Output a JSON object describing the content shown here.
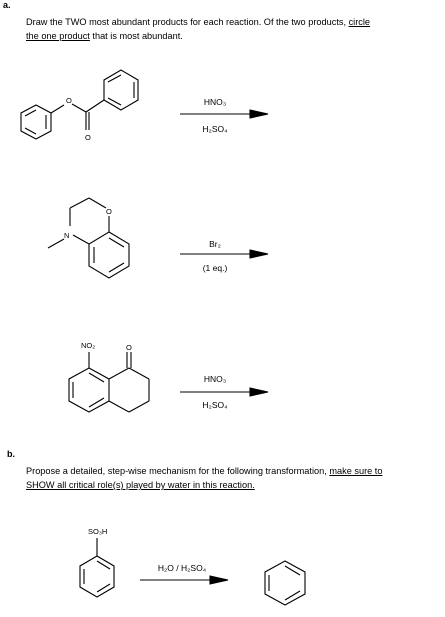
{
  "part_a": {
    "label": "a.",
    "instr_1a": "Draw the TWO most abundant products for each reaction. Of the two products, ",
    "instr_1b": "circle",
    "instr_2": "the one product",
    "instr_2b": " that is most abundant."
  },
  "reaction1": {
    "reagent_top": "HNO₃",
    "reagent_bottom": "H₂SO₄",
    "atom_o1": "O",
    "atom_o2": "O"
  },
  "reaction2": {
    "reagent_top": "Br₂",
    "reagent_bottom": "(1 eq.)",
    "atom_o": "O",
    "atom_n": "N"
  },
  "reaction3": {
    "reagent_top": "HNO₃",
    "reagent_bottom": "H₂SO₄",
    "atom_no2": "NO₂",
    "atom_o": "O"
  },
  "part_b": {
    "label": "b.",
    "instr_1a": "Propose a detailed, step-wise mechanism for the following transformation, ",
    "instr_1b": "make sure to",
    "instr_2": "SHOW all critical role(s) played by water in this reaction."
  },
  "reaction4": {
    "reagent": "H₂O / H₂SO₄",
    "atom_so3h": "SO₃H"
  }
}
